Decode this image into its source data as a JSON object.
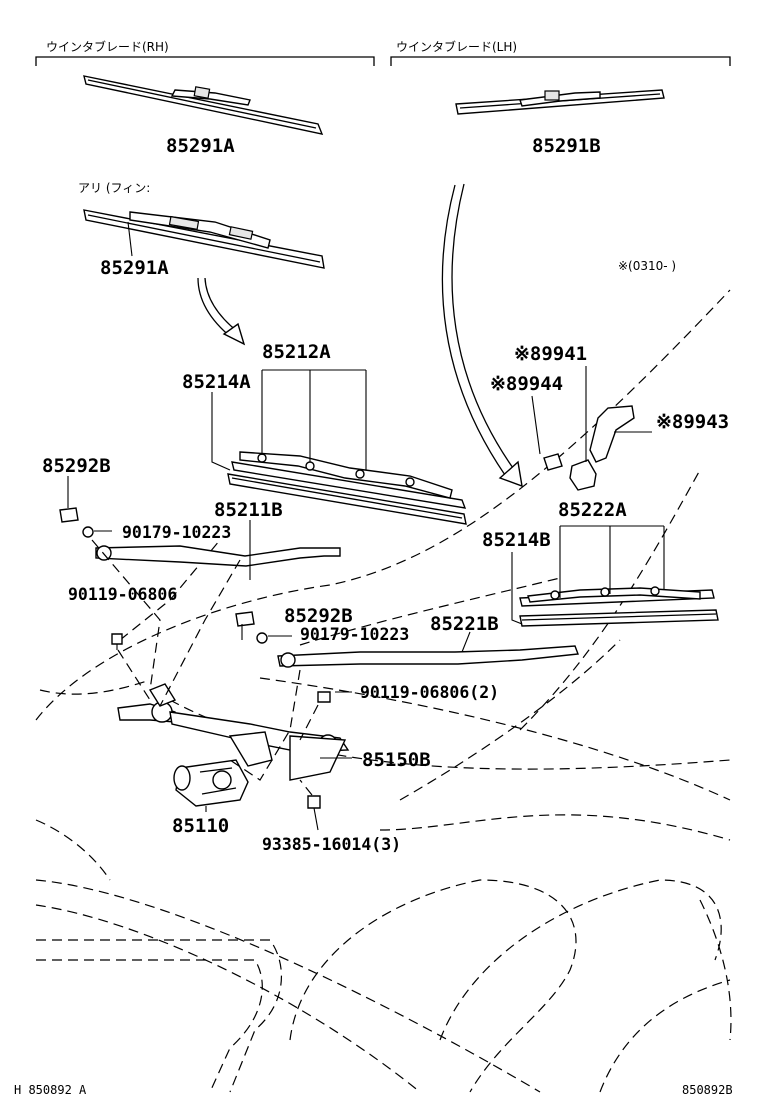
{
  "headers": {
    "rh": "ウインタブレード(RH)",
    "lh": "ウインタブレード(LH)",
    "variant": "アリ (フィン:",
    "date_range": "※(0310-      )"
  },
  "parts": {
    "p85291A_top": "85291A",
    "p85291B": "85291B",
    "p85291A_2": "85291A",
    "p85212A": "85212A",
    "p85214A": "85214A",
    "p85292B_1": "85292B",
    "p85211B": "85211B",
    "p90179_1": "90179-10223",
    "p90119_1": "90119-06806",
    "p85292B_2": "85292B",
    "p90179_2": "90179-10223",
    "p85221B": "85221B",
    "p90119_2": "90119-06806(2)",
    "p85150B": "85150B",
    "p85110": "85110",
    "p93385": "93385-16014(3)",
    "p89941": "※89941",
    "p89944": "※89944",
    "p89943": "※89943",
    "p85222A": "85222A",
    "p85214B": "85214B"
  },
  "footer": {
    "left": "H 850892 A",
    "right": "850892B"
  }
}
